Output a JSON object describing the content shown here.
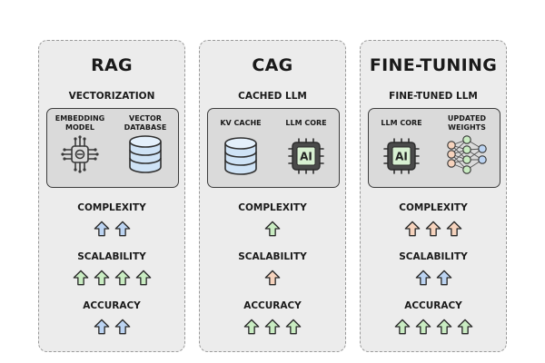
{
  "columns": [
    {
      "key": "rag",
      "title": "RAG",
      "subtitle": "VECTORIZATION",
      "components": [
        {
          "label": "EMBEDDING MODEL",
          "icon": "embedding-model-icon"
        },
        {
          "label": "VECTOR DATABASE",
          "icon": "vector-database-icon"
        }
      ],
      "metrics": [
        {
          "label": "COMPLEXITY",
          "level": 2,
          "colors": [
            "#bcd4f2",
            "#bcd4f2"
          ]
        },
        {
          "label": "SCALABILITY",
          "level": 4,
          "colors": [
            "#c9ecc2",
            "#c9ecc2",
            "#c9ecc2",
            "#c9ecc2"
          ]
        },
        {
          "label": "ACCURACY",
          "level": 2,
          "colors": [
            "#bcd4f2",
            "#bcd4f2"
          ]
        }
      ]
    },
    {
      "key": "cag",
      "title": "CAG",
      "subtitle": "CACHED LLM",
      "components": [
        {
          "label": "KV CACHE",
          "icon": "kv-cache-database-icon"
        },
        {
          "label": "LLM CORE",
          "icon": "ai-chip-icon",
          "chip_text": "AI"
        }
      ],
      "metrics": [
        {
          "label": "COMPLEXITY",
          "level": 1,
          "colors": [
            "#c9ecc2"
          ]
        },
        {
          "label": "SCALABILITY",
          "level": 1,
          "colors": [
            "#f6d3bd"
          ]
        },
        {
          "label": "ACCURACY",
          "level": 3,
          "colors": [
            "#c9ecc2",
            "#c9ecc2",
            "#c9ecc2"
          ]
        }
      ]
    },
    {
      "key": "ft",
      "title": "FINE-TUNING",
      "subtitle": "FINE-TUNED LLM",
      "components": [
        {
          "label": "LLM CORE",
          "icon": "ai-chip-icon",
          "chip_text": "AI"
        },
        {
          "label": "UPDATED WEIGHTS",
          "icon": "neural-network-icon"
        }
      ],
      "metrics": [
        {
          "label": "COMPLEXITY",
          "level": 3,
          "colors": [
            "#f6d3bd",
            "#f6d3bd",
            "#f6d3bd"
          ]
        },
        {
          "label": "SCALABILITY",
          "level": 2,
          "colors": [
            "#bcd4f2",
            "#bcd4f2"
          ]
        },
        {
          "label": "ACCURACY",
          "level": 4,
          "colors": [
            "#c9ecc2",
            "#c9ecc2",
            "#c9ecc2",
            "#c9ecc2"
          ]
        }
      ]
    }
  ],
  "colors": {
    "panel": "#ececec",
    "inner_box": "#dadada",
    "database": "#cfe3f6",
    "chip": "#4a4a4a",
    "weights_nodes": [
      "#f6d3bd",
      "#c9ecc2",
      "#bcd4f2"
    ]
  }
}
